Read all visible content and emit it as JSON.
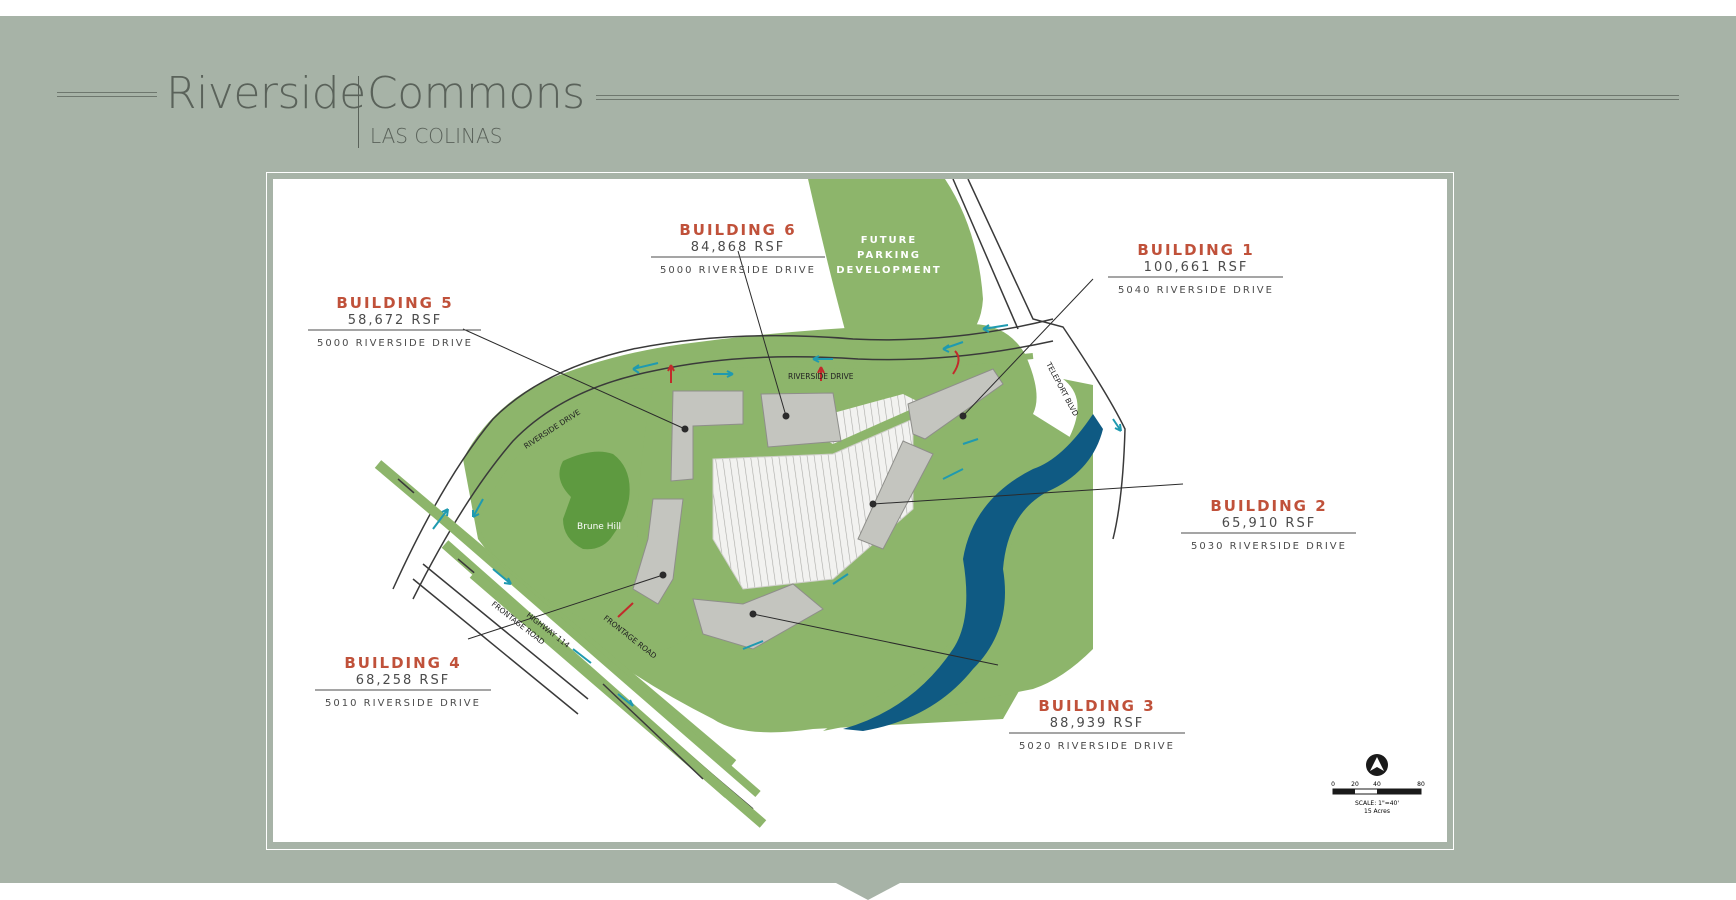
{
  "brand": {
    "name_left": "Riverside",
    "name_right": "Commons",
    "subtitle": "LAS COLINAS"
  },
  "colors": {
    "panel": "#a7b3a7",
    "lawn": "#8db56b",
    "hill": "#5e9a40",
    "water": "#0f5a83",
    "building": "#c4c5bf",
    "building_label": "#c0513a",
    "text_dark": "#4b4b4b",
    "arrow_teal": "#1f9ab0",
    "arrow_red": "#c22b2b"
  },
  "map": {
    "future_parking": [
      "FUTURE",
      "PARKING",
      "DEVELOPMENT"
    ],
    "hill_label": "Brune Hill",
    "roads": {
      "riverside_top": "RIVERSIDE DRIVE",
      "riverside_left": "RIVERSIDE DRIVE",
      "teleport": "TELEPORT BLVD",
      "highway": "HIGHWAY 114",
      "frontage_left": "FRONTAGE ROAD",
      "frontage_right": "FRONTAGE ROAD"
    },
    "buildings": [
      {
        "title": "BUILDING 6",
        "area": "84,868 RSF",
        "address": "5000 RIVERSIDE DRIVE"
      },
      {
        "title": "BUILDING 1",
        "area": "100,661 RSF",
        "address": "5040 RIVERSIDE DRIVE"
      },
      {
        "title": "BUILDING 5",
        "area": "58,672 RSF",
        "address": "5000 RIVERSIDE DRIVE"
      },
      {
        "title": "BUILDING 2",
        "area": "65,910 RSF",
        "address": "5030 RIVERSIDE DRIVE"
      },
      {
        "title": "BUILDING 4",
        "area": "68,258 RSF",
        "address": "5010 RIVERSIDE DRIVE"
      },
      {
        "title": "BUILDING 3",
        "area": "88,939 RSF",
        "address": "5020 RIVERSIDE DRIVE"
      }
    ],
    "scale": {
      "ticks": [
        "0",
        "20",
        "40",
        "80"
      ],
      "scale_text": "SCALE: 1\"=40'",
      "acres_text": "15 Acres"
    }
  }
}
